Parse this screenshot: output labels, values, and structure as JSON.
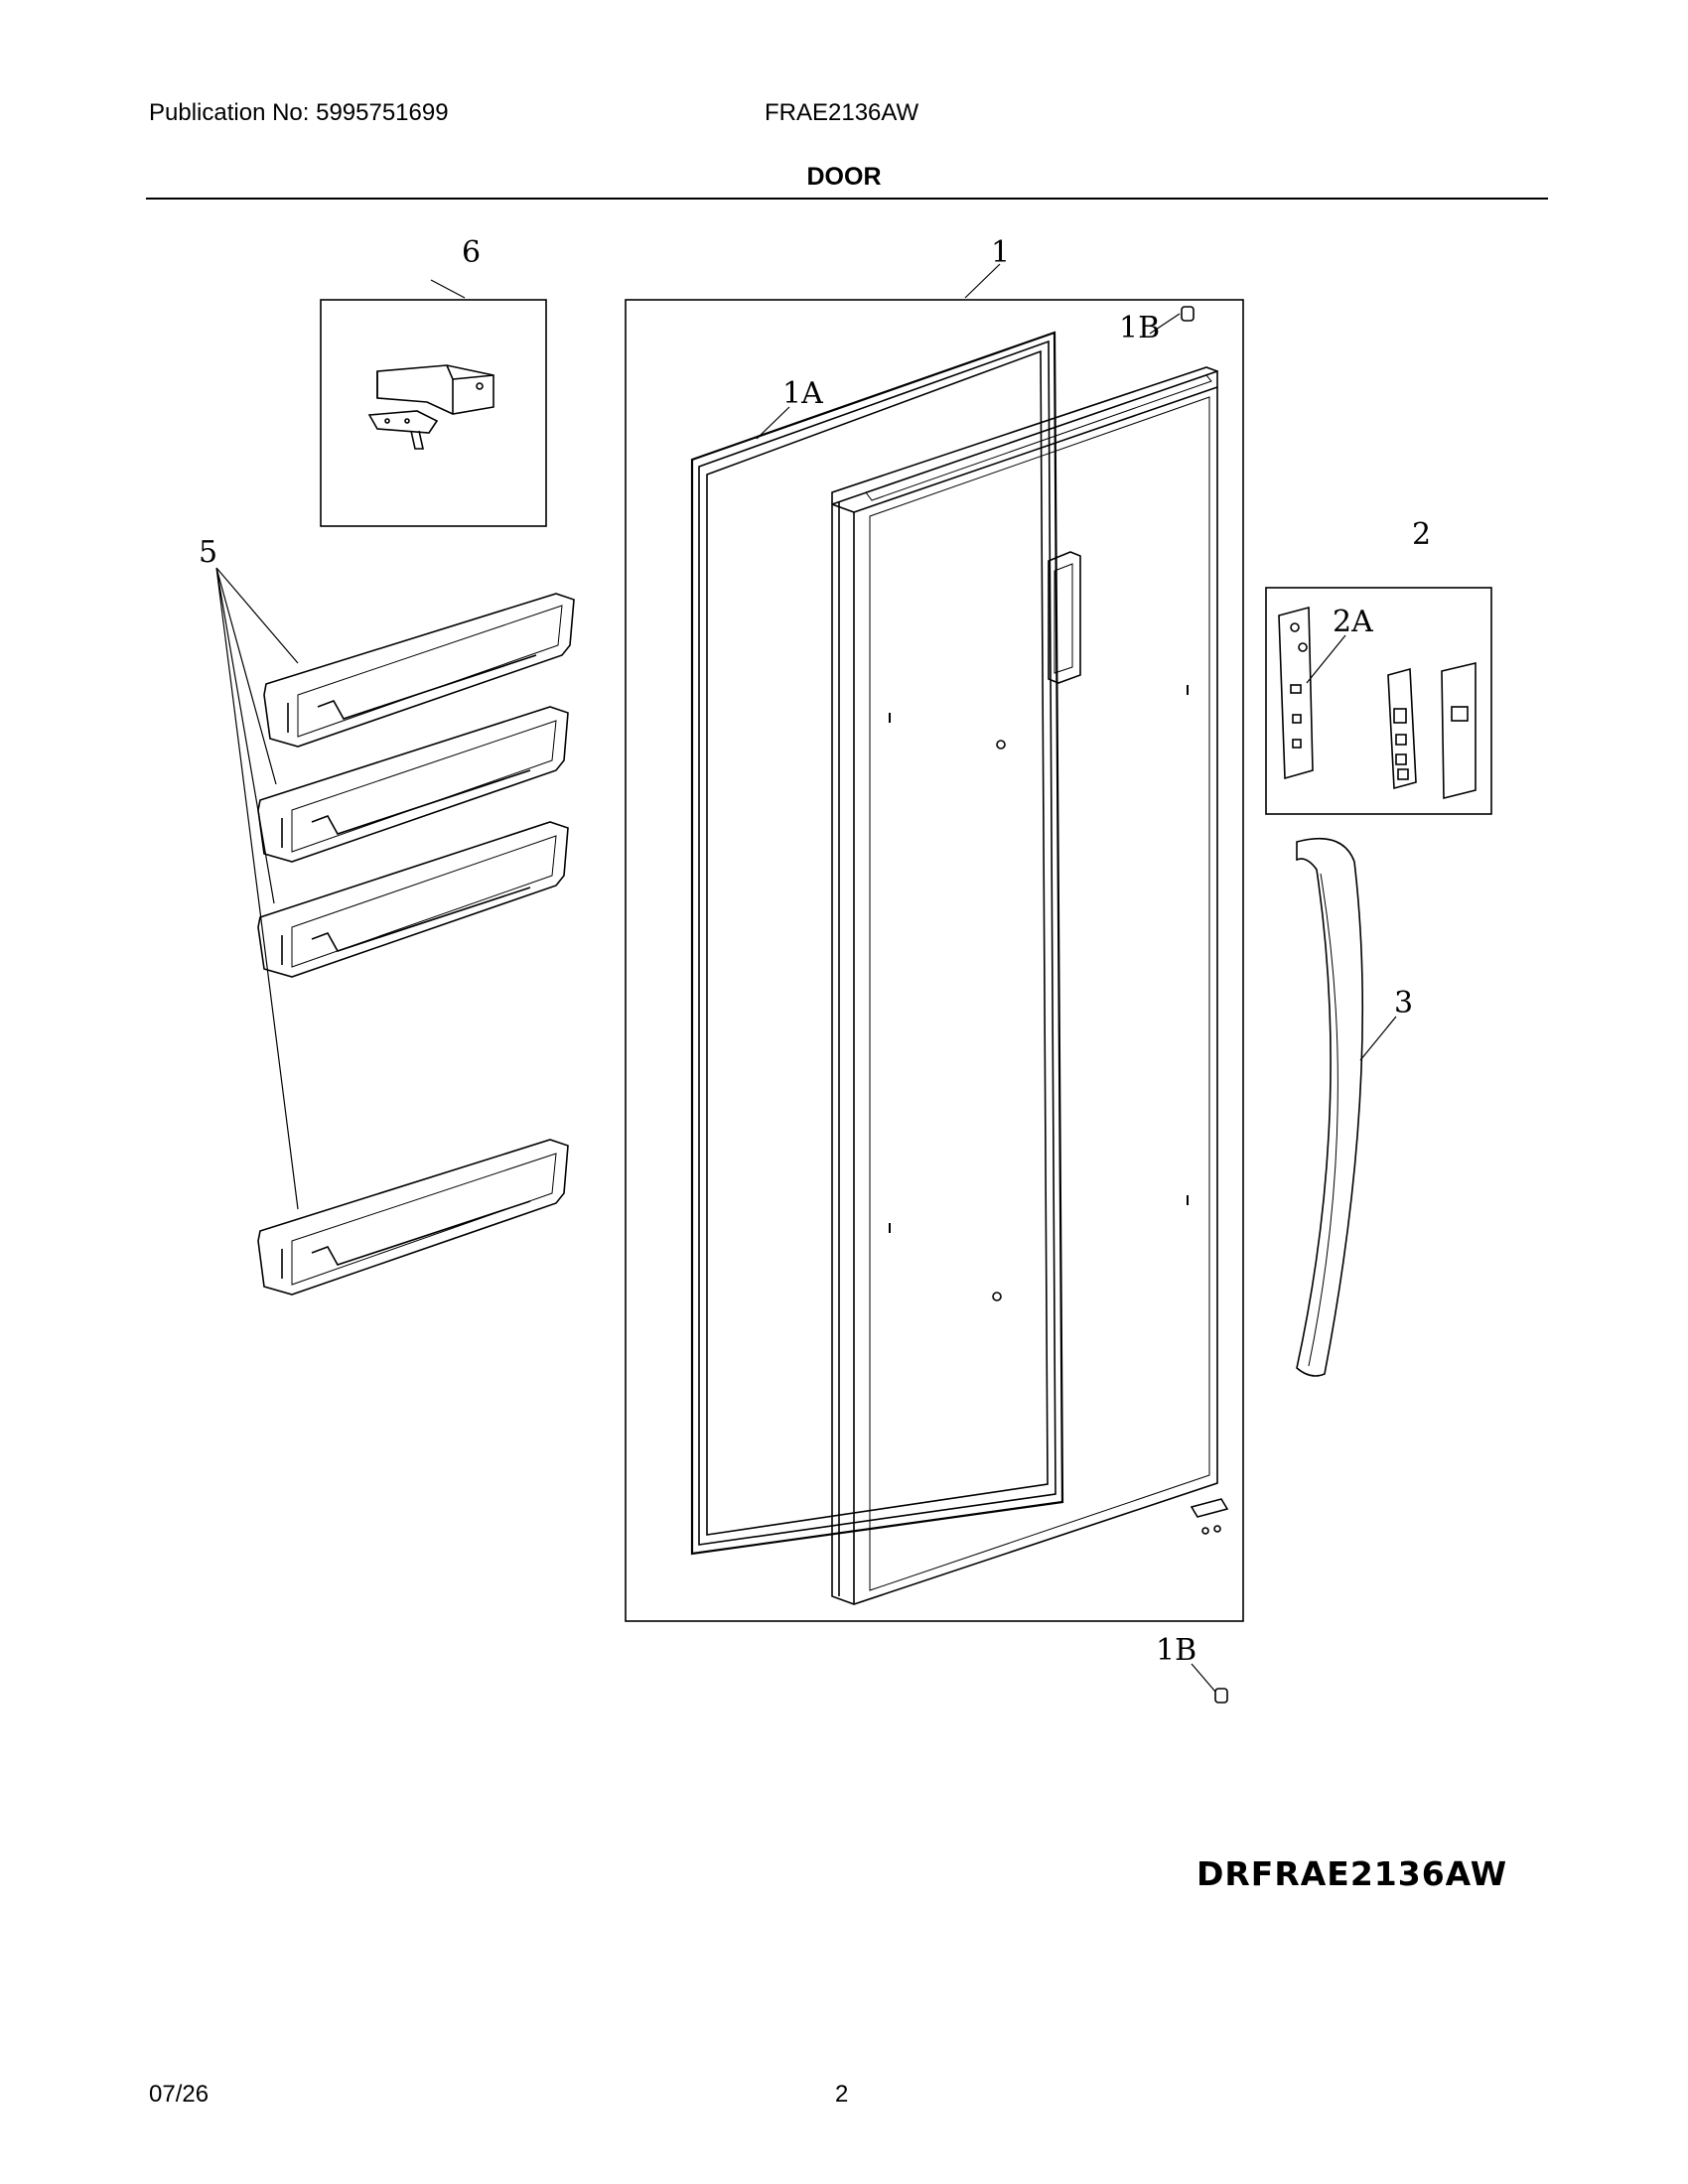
{
  "header": {
    "publication": "Publication No: 5995751699",
    "model": "FRAE2136AW",
    "section": "DOOR"
  },
  "callouts": {
    "c6": "6",
    "c1": "1",
    "c1B_top": "1B",
    "c1A": "1A",
    "c5": "5",
    "c2": "2",
    "c2A": "2A",
    "c3": "3",
    "c1B_bottom": "1B"
  },
  "diagram_code": "DRFRAE2136AW",
  "footer": {
    "date": "07/26",
    "page": "2"
  }
}
